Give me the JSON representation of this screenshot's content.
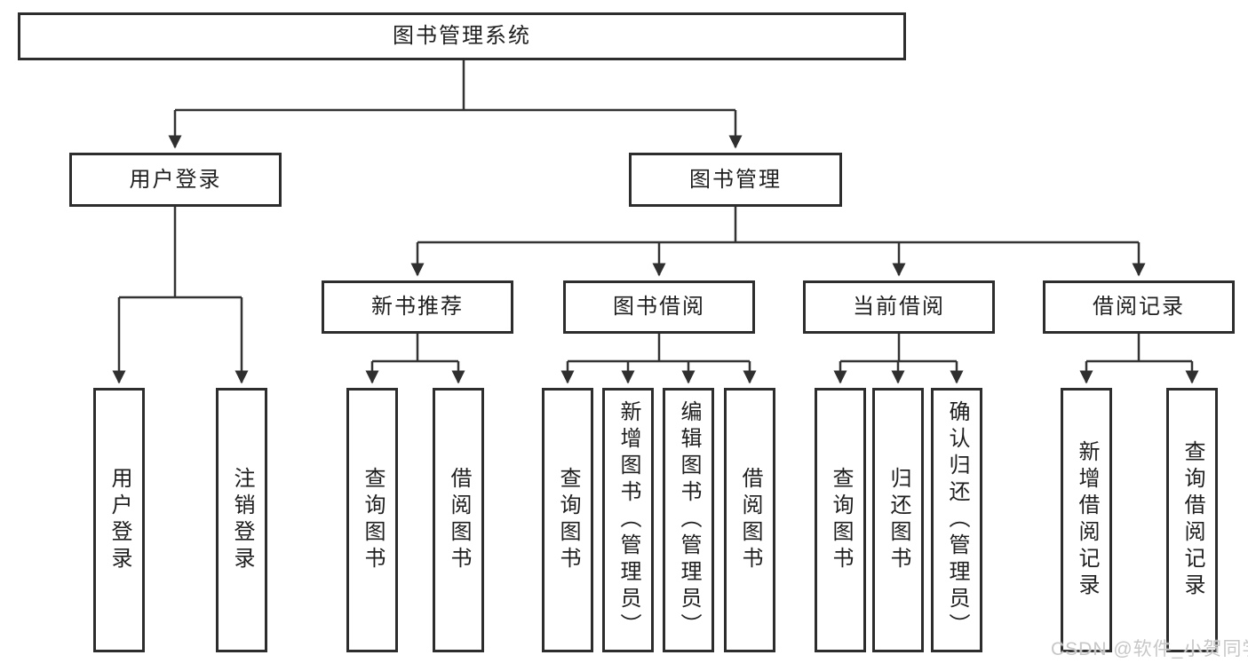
{
  "diagram": {
    "root": {
      "label": "图书管理系统"
    },
    "branches": [
      {
        "label": "用户登录",
        "children": [
          {
            "label": "用户登录"
          },
          {
            "label": "注销登录"
          }
        ]
      },
      {
        "label": "图书管理",
        "children": [
          {
            "label": "新书推荐",
            "children": [
              {
                "label": "查询图书"
              },
              {
                "label": "借阅图书"
              }
            ]
          },
          {
            "label": "图书借阅",
            "children": [
              {
                "label": "查询图书"
              },
              {
                "label": "新增图书（管理员）"
              },
              {
                "label": "编辑图书（管理员）"
              },
              {
                "label": "借阅图书"
              }
            ]
          },
          {
            "label": "当前借阅",
            "children": [
              {
                "label": "查询图书"
              },
              {
                "label": "归还图书"
              },
              {
                "label": "确认归还（管理员）"
              }
            ]
          },
          {
            "label": "借阅记录",
            "children": [
              {
                "label": "新增借阅记录"
              },
              {
                "label": "查询借阅记录"
              }
            ]
          }
        ]
      }
    ]
  },
  "colors": {
    "line": "#333333",
    "arrow": "#2f2f2f",
    "box_border": "#2d2d2d",
    "text": "#1f1f1f",
    "watermark": "#c7c7c7",
    "background": "#ffffff"
  },
  "watermark": "CSDN @软件_小贺同学"
}
